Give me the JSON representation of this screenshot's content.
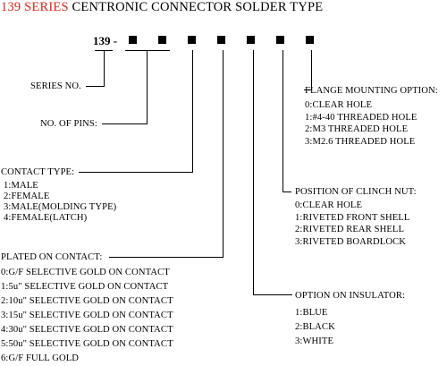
{
  "title": {
    "series": "139 SERIES",
    "rest": " CENTRONIC CONNECTOR SOLDER TYPE",
    "series_color": "#e0241c"
  },
  "part_code": "139 -",
  "series_no": "SERIES NO.",
  "no_of_pins": "NO. OF PINS:",
  "contact_type": {
    "heading": "CONTACT TYPE:",
    "options": [
      "1:MALE",
      "2:FEMALE",
      "3:MALE(MOLDING TYPE)",
      "4:FEMALE(LATCH)"
    ]
  },
  "plated_on_contact": {
    "heading": "PLATED ON CONTACT:",
    "options": [
      "0:G/F SELECTIVE GOLD ON CONTACT",
      "1:5u\" SELECTIVE GOLD ON CONTACT",
      "2:10u\" SELECTIVE GOLD ON CONTACT",
      "3:15u\" SELECTIVE GOLD ON CONTACT",
      "4:30u\" SELECTIVE GOLD ON CONTACT",
      "5:50u\" SELECTIVE GOLD ON CONTACT",
      "6:G/F FULL GOLD"
    ]
  },
  "option_on_insulator": {
    "heading": "OPTION ON INSULATOR:",
    "options": [
      "1:BLUE",
      "2:BLACK",
      "3:WHITE"
    ]
  },
  "clinch_nut": {
    "heading": "POSITION OF CLINCH NUT:",
    "options": [
      "0:CLEAR HOLE",
      "1:RIVETED FRONT SHELL",
      "2:RIVETED REAR SHELL",
      "3:RIVETED BOARDLOCK"
    ]
  },
  "flange": {
    "heading": "FLANGE MOUNTING OPTION:",
    "options": [
      "0:CLEAR HOLE",
      "1:#4-40 THREADED HOLE",
      "2:M3 THREADED HOLE",
      "3:M2.6 THREADED HOLE"
    ]
  }
}
